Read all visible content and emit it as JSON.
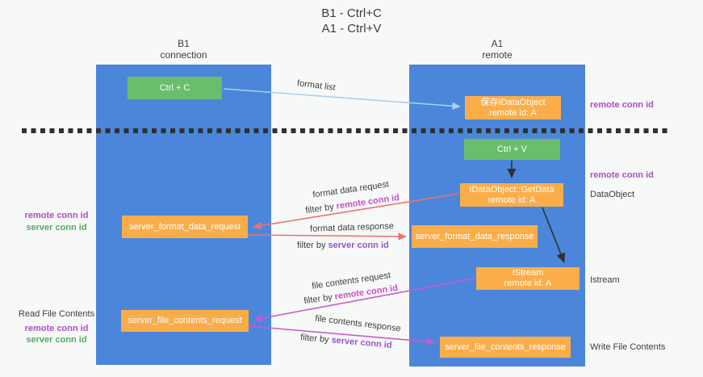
{
  "title": {
    "line1": "B1 - Ctrl+C",
    "line2": "A1 - Ctrl+V"
  },
  "columns": {
    "left": {
      "name": "B1",
      "subtitle": "connection"
    },
    "right": {
      "name": "A1",
      "subtitle": "remote"
    }
  },
  "boxes": {
    "ctrl_c": "Ctrl + C",
    "ctrl_v": "Ctrl + V",
    "save_dataobject": {
      "line1": "保存IDataObject",
      "line2": "remote id: A"
    },
    "getdata": {
      "line1": "IDataObject::GetData",
      "line2": "remote id: A"
    },
    "istream": {
      "line1": "IStream",
      "line2": "remote id: A"
    },
    "server_format_data_request": "server_format_data_request",
    "server_format_data_response": "server_format_data_response",
    "server_file_contents_request": "server_file_contents_request",
    "server_file_contents_response": "server_file_contents_response"
  },
  "flow_labels": {
    "format_list": "format list",
    "format_data_request": "format data request",
    "format_data_response": "format data response",
    "file_contents_request": "file contents request",
    "file_contents_response": "file contents response",
    "filter_prefix": "filter by",
    "remote_conn_id": "remote conn id",
    "server_conn_id": "server conn id"
  },
  "side_labels": {
    "left": {
      "remote_conn_id": "remote conn id",
      "server_conn_id": "server conn id",
      "read_file_contents": "Read File Contents"
    },
    "right": {
      "remote_conn_id_top": "remote conn id",
      "remote_conn_id_mid": "remote conn id",
      "dataobject": "DataObject",
      "istream": "Istream",
      "write_file_contents": "Write File Contents"
    }
  },
  "colors": {
    "column_blue": "#4c86da",
    "box_green": "#69bd6c",
    "box_orange": "#fbad49",
    "label_purple": "#a94fc5",
    "label_green": "#53ad5b",
    "label_magenta": "#c84fc8",
    "label_violet": "#9455d2",
    "arrow_blue": "#a9cff2",
    "arrow_salmon": "#ee7070",
    "arrow_magenta": "#cb5ace",
    "arrow_black": "#303030",
    "text_dark": "#3d3d3d",
    "background": "#f7f8f8"
  }
}
